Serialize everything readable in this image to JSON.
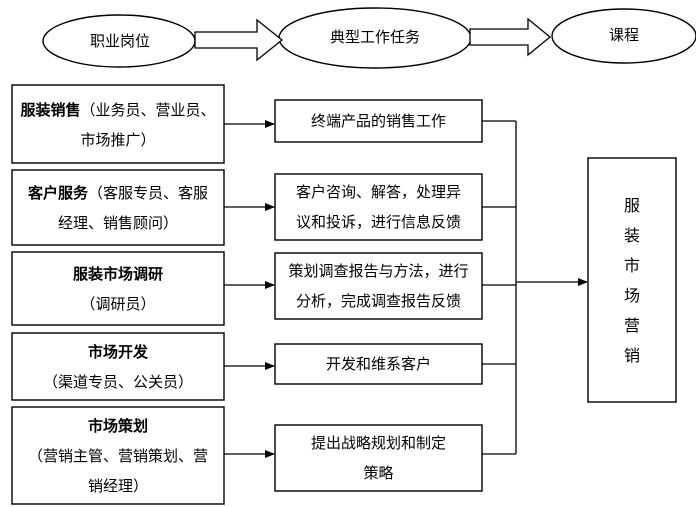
{
  "header": {
    "job_positions": "职业岗位",
    "typical_tasks": "典型工作任务",
    "course": "课程"
  },
  "positions": [
    {
      "title": "服装销售",
      "detail_1": "（业务员、营业员、",
      "detail_2": "市场推广）"
    },
    {
      "title": "客户服务",
      "detail_1": "（客服专员、客服",
      "detail_2": "经理、销售顾问）"
    },
    {
      "title": "服装市场调研",
      "detail_1": "（调研员）"
    },
    {
      "title": "市场开发",
      "detail_1": "（渠道专员、公关员）"
    },
    {
      "title": "市场策划",
      "detail_1": "（营销主管、营销策划、营",
      "detail_2": "销经理）"
    }
  ],
  "tasks": [
    {
      "line_1": "终端产品的销售工作"
    },
    {
      "line_1": "客户咨询、解答，处理异",
      "line_2": "议和投诉，进行信息反馈"
    },
    {
      "line_1": "策划调查报告与方法，进行",
      "line_2": "分析，完成调查报告反馈"
    },
    {
      "line_1": "开发和维系客户"
    },
    {
      "line_1": "提出战略规划和制定",
      "line_2": "策略"
    }
  ],
  "course_box": {
    "chars": [
      "服",
      "装",
      "市",
      "场",
      "营",
      "销"
    ]
  }
}
